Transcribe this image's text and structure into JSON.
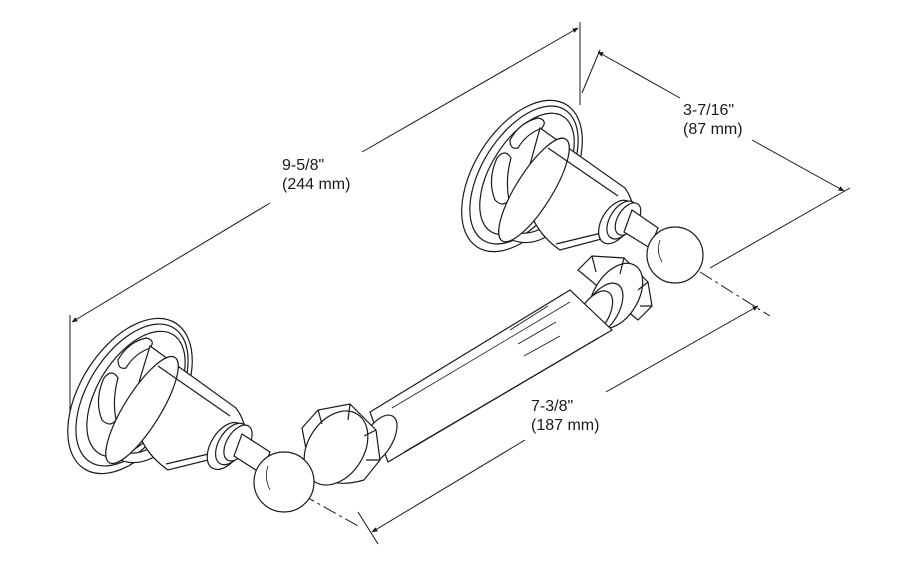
{
  "dimensions": {
    "overall_width": {
      "imperial": "9-5/8\"",
      "metric": "(244 mm)"
    },
    "projection": {
      "imperial": "3-7/16\"",
      "metric": "(87 mm)"
    },
    "roller_length": {
      "imperial": "7-3/8\"",
      "metric": "(187 mm)"
    }
  },
  "colors": {
    "line": "#1a1a1a",
    "background": "#ffffff"
  }
}
